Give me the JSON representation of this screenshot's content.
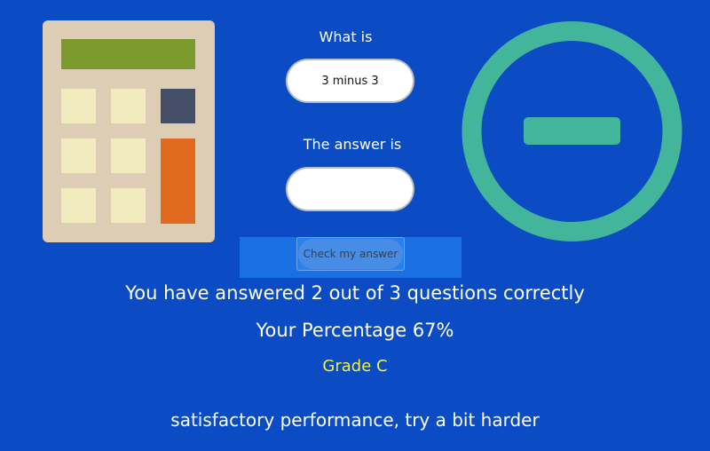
{
  "question": {
    "prompt_label": "What is",
    "question_value": "3 minus 3",
    "answer_label": "The answer is",
    "answer_value": "",
    "answer_placeholder": ""
  },
  "actions": {
    "check_label": "Check my answer"
  },
  "results": {
    "score_text": "You have answered 2 out of 3 questions correctly",
    "percentage_text": "Your Percentage 67%",
    "grade_text": "Grade C",
    "feedback_text": "satisfactory performance, try a bit harder"
  },
  "icons": {
    "calculator": "calculator-icon",
    "operation": "minus-circle-icon"
  },
  "colors": {
    "background": "#0b4bc4",
    "grade": "#f4f23a",
    "minus_ring": "#43b59b",
    "calculator_body": "#ddcdb5",
    "calculator_screen": "#7a9a2e",
    "calculator_key": "#f2ebbf",
    "calculator_key_dark": "#444e66",
    "calculator_key_orange": "#e06a1e"
  }
}
